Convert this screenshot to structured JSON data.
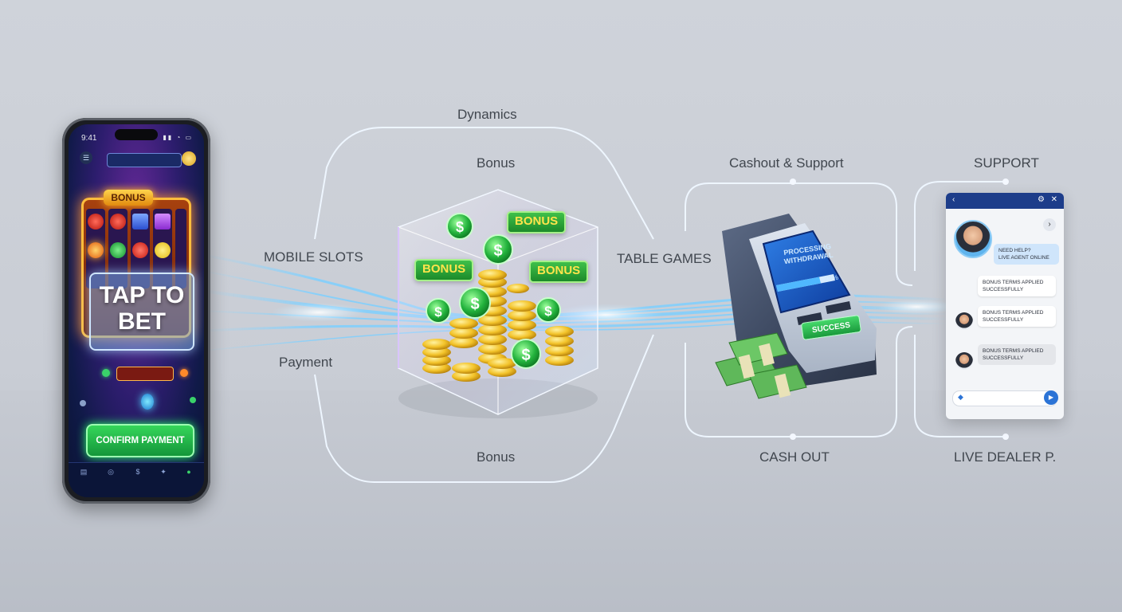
{
  "flow_labels": {
    "dynamics": "Dynamics",
    "bonus_top": "Bonus",
    "bonus_bottom": "Bonus",
    "mobile_slots": "MOBILE SLOTS",
    "payment": "Payment",
    "table_games": "TABLE GAMES",
    "cashout_support": "Cashout & Support",
    "cash_out": "CASH OUT",
    "support": "SUPPORT",
    "live_dealer": "LIVE DEALER P."
  },
  "phone": {
    "time": "9:41",
    "bonus_banner": "BONUS",
    "tap_to_bet": "TAP TO BET",
    "confirm_payment": "CONFIRM PAYMENT"
  },
  "cube": {
    "bonus_tags": [
      "BONUS",
      "BONUS",
      "BONUS"
    ]
  },
  "atm": {
    "screen_text": "PROCESSING WITHDRAWAL",
    "progress_percent": "75%",
    "progress_value": 0.75,
    "success": "SUCCESS"
  },
  "chat": {
    "messages": [
      "NEED HELP?\nLIVE AGENT ONLINE",
      "BONUS TERMS APPLIED\nSUCCESSFULLY",
      "BONUS TERMS APPLIED\nSUCCESSFULLY",
      "BONUS TERMS APPLIED\nSUCCESSFULLY"
    ]
  },
  "colors": {
    "accent_green": "#1fb346",
    "glow_blue": "#6fc8ff",
    "chat_header": "#1d3d8a"
  }
}
